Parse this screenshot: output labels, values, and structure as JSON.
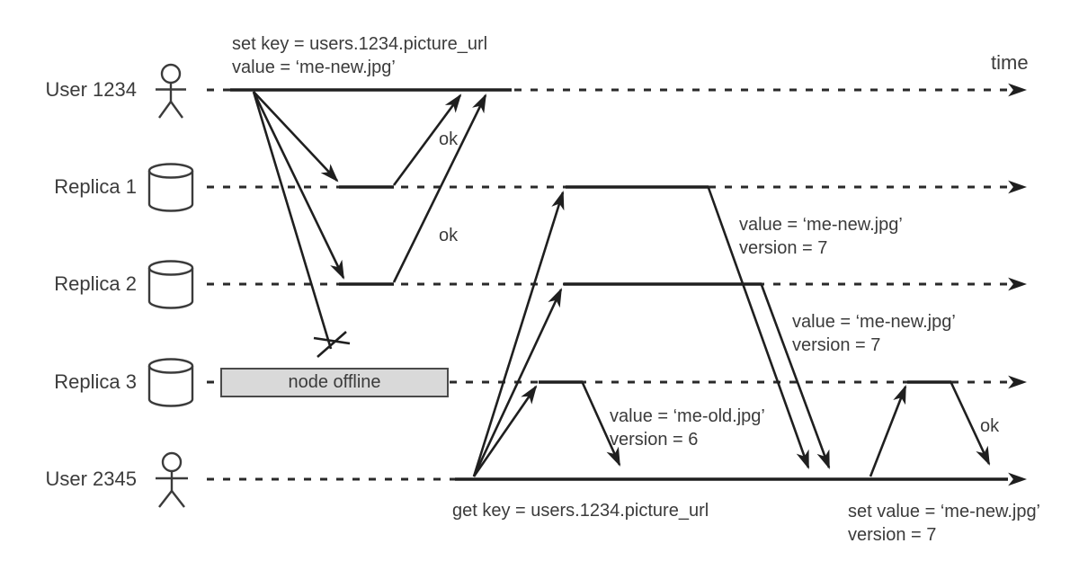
{
  "diagram": {
    "time_label": "time",
    "actors": [
      {
        "id": "user-1234",
        "label": "User 1234",
        "icon": "person-icon"
      },
      {
        "id": "replica-1",
        "label": "Replica 1",
        "icon": "database-icon"
      },
      {
        "id": "replica-2",
        "label": "Replica 2",
        "icon": "database-icon"
      },
      {
        "id": "replica-3",
        "label": "Replica 3",
        "icon": "database-icon"
      },
      {
        "id": "user-2345",
        "label": "User 2345",
        "icon": "person-icon"
      }
    ],
    "labels": {
      "write_request_line1": "set key = users.1234.picture_url",
      "write_request_line2": "value = ‘me-new.jpg’",
      "ok_write_replica1": "ok",
      "ok_write_replica2": "ok",
      "node_offline": "node offline",
      "read_r1_line1": "value = ‘me-new.jpg’",
      "read_r1_line2": "version = 7",
      "read_r2_line1": "value = ‘me-new.jpg’",
      "read_r2_line2": "version = 7",
      "read_r3_line1": "value = ‘me-old.jpg’",
      "read_r3_line2": "version = 6",
      "get_request": "get key = users.1234.picture_url",
      "set_request_line1": "set value = ‘me-new.jpg’",
      "set_request_line2": "version = 7",
      "ok_set": "ok"
    },
    "colors": {
      "line": "#1f1f1f",
      "text": "#3b3b3b",
      "box_fill": "#d9d9d9",
      "box_border": "#4a4a4a",
      "background": "#ffffff"
    }
  }
}
